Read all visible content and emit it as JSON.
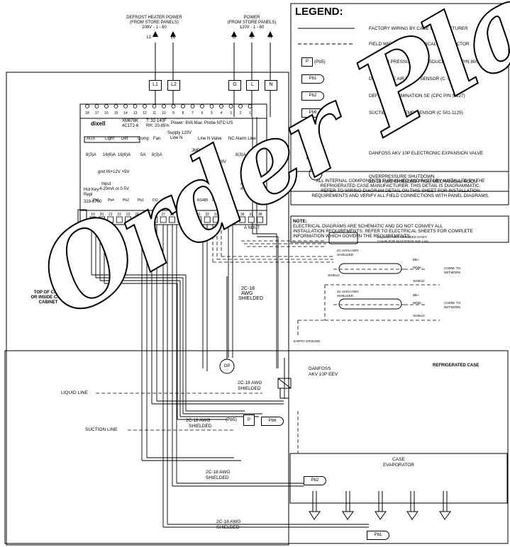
{
  "watermark": "Order Plans",
  "supply": {
    "defrost": {
      "title": "DEFROST HEATER POWER",
      "source": "(FROM STORE PANELS)",
      "rating": "208V - 1 - 60",
      "terms": [
        "L1",
        "L2"
      ]
    },
    "power": {
      "title": "POWER",
      "source": "(FROM STORE PANELS)",
      "rating": "120V - 1 - 60",
      "terms": [
        "G",
        "L",
        "N"
      ]
    }
  },
  "legend": {
    "title": "LEGEND:",
    "items": [
      {
        "symbol": "",
        "text": "FACTORY WIRING BY CASE MANUFACTURER"
      },
      {
        "symbol": "",
        "text": "FIELD WIRING BY ELECTRICAL CONTRACTOR"
      },
      {
        "symbol": "P",
        "extra": "(Pb5)",
        "text": "SUCTION PRESSURE TRANSDUCER (CPC P/N 800-3"
      },
      {
        "symbol": "Pb1",
        "text": "DISCHARGE AIR TEMP. SENSOR (C        -1122)"
      },
      {
        "symbol": "Pb2",
        "text": "DEFROST TERMINATION SE          (CPC P/N 5   127)"
      },
      {
        "symbol": "Pb6",
        "text": "SUCTION LINE TEMP. SENSOR (C     501-1125)"
      },
      {
        "symbol": "",
        "text": "DANFOSS AKV 10P ELECTRONIC EXPANSION VALVE"
      },
      {
        "symbol": "OP",
        "text": "OVERPRESSURE SHUTDOWN",
        "text2": "2C-18 AWG SHIELDED FROM MECHANICAL ROOM"
      }
    ],
    "internal_note": [
      "ALL INTERNAL COMPONENTS FURNISHED AND FACTORY INSTALLED BY THE",
      "REFRIGERATED CASE MANUFACTURER. THIS DETAIL IS DIAGRAMMATIC.",
      "REFER TO WIRING DIAGRAM DETAIL ON THIS SHEET FOR INSTALLATION",
      "REQUIREMENTS AND VERIFY ALL FIELD CONNECTIONS WITH PANEL DIAGRAMS."
    ],
    "note_title": "NOTE:",
    "note": [
      "ELECTRICAL DIAGRAMS ARE SCHEMATIC AND DO NOT CONVEY ALL",
      "INSTALLATION REQUIREMENTS. REFER TO ELECTRICAL SHEETS FOR COMPLETE",
      "INFORMATION WHICH GOVERN THE REQUIREMENTS."
    ]
  },
  "controller": {
    "brand": "dixell",
    "model": "XM678K",
    "model_code": "4C1T2-6",
    "temp_range": "T: 32-140F",
    "rh": "RH: 20-85%",
    "power": "Power: 6VA Max",
    "probe": "Probe NTC-US",
    "part_no": "319-6700",
    "top_terminals": [
      "18",
      "17",
      "16",
      "15",
      "14",
      "13",
      "12",
      "11",
      "10",
      "9",
      "8",
      "7",
      "6",
      "5",
      "4",
      "3",
      "2",
      "1"
    ],
    "aux": "AUX",
    "aux_val": "8(3)A",
    "light": "Light",
    "light_val": "16(6)A",
    "def": "Def",
    "def_val": "16(6)A",
    "comp": "Comp",
    "comp_val": "5A",
    "fan": "Fan",
    "fan_val": "8(3)A",
    "supply": "Supply 120V",
    "line_n": "Line  N",
    "line_valve": "Line  N  Valve",
    "alarm": "NC  Alarm Line",
    "alarm_val": "8(3)A",
    "jmp": "JMP",
    "out24": "Out 24V",
    "out120": "Out 120/230V",
    "input_line1": "gnd  IN+12V  +5V",
    "input_line2": "Input",
    "input_line3": "4-20mA or 0-5V",
    "bottom_labels": [
      "Pb5",
      "Pb4",
      "Pb2",
      "Pb1",
      "DI2",
      "DI1",
      "KEY8",
      "RS485",
      "LAN"
    ],
    "hot_key": "Hot Key",
    "repl": "Repl",
    "anout": "ANOUT",
    "anout_val": "4-20mA",
    "bottom_terminals": [
      "19",
      "20",
      "21",
      "22",
      "23",
      "24",
      "25",
      "26",
      "27",
      "28",
      "29",
      "30",
      "31",
      "32",
      "33",
      "34",
      "35",
      "36",
      "37",
      "38"
    ],
    "an_out_label": "A NOUT"
  },
  "labels": {
    "top_of_case": [
      "TOP OF CASE",
      "OR INSIDE CASE",
      "CABINET"
    ],
    "awg_top": [
      "2C-18",
      "AWG",
      "SHIELDED"
    ],
    "op": "OP",
    "daisy_chain": [
      "2C-22SH AWG SHIELDED DAISY",
      "CHAIN FOR MASTER/SLAVE LAN"
    ],
    "cable1": [
      "2C-22SH AWG",
      "SHIELDED"
    ],
    "cable2": [
      "2C-22SH AWG",
      "SHIELDED"
    ],
    "shield": "SHIELD",
    "blk": "Blk+",
    "white": "White -",
    "comm": [
      "COMM. TO",
      "NETWORK"
    ],
    "earth": "EARTH GROUND",
    "refrigerated_case": "REFRIGERATED CASE",
    "danfoss": [
      "DANFOSS",
      "AKV 10P EEV"
    ],
    "liquid_line": "LIQUID LINE",
    "suction_line": "SUCTION LINE",
    "awg_mid1": [
      "2C-18 AWG",
      "SHIELDED"
    ],
    "awg_mid2": [
      "2C-18 AWG",
      "SHIELDED"
    ],
    "pb5": "(Pb5)",
    "p": "P",
    "pb6": "Pb6",
    "evaporator": [
      "CASE",
      "EVAPORATOR"
    ],
    "pb2": "Pb2",
    "awg_low": [
      "2C-18 AWG",
      "SHIELDED"
    ],
    "awg_bottom": [
      "2C-18 AWG",
      "SHIELDED"
    ],
    "pb1": "Pb1"
  }
}
